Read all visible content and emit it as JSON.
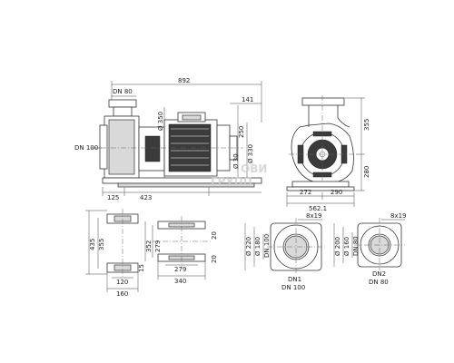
{
  "dimensions": {
    "overall_length": "892",
    "suction_dn": "DN 80",
    "discharge_dn": "DN 100",
    "motor_dia": "Ø 350",
    "motor_len": "141",
    "height_250": "250",
    "dia_330": "Ø 330",
    "dia_30": "Ø 30",
    "foot_125": "125",
    "foot_423": "423",
    "side_355": "355",
    "side_280": "280",
    "side_272": "272",
    "side_290": "290",
    "side_562": "562.1",
    "foot1_h435": "435",
    "foot1_h355": "355",
    "foot1_w120": "120",
    "foot1_w160": "160",
    "foot1_15": "15",
    "foot2_352": "352",
    "foot2_279v": "279",
    "foot2_20a": "20",
    "foot2_20b": "20",
    "foot2_279h": "279",
    "foot2_340": "340",
    "fl1_bolts": "8x19",
    "fl1_d220": "Ø 220",
    "fl1_d180": "Ø 180",
    "fl1_dn": "DN 100",
    "fl1_name": "DN1",
    "fl1_sub": "DN 100",
    "fl2_bolts": "8x19",
    "fl2_d200": "Ø 200",
    "fl2_d160": "Ø 160",
    "fl2_dn": "DN 80",
    "fl2_name": "DN2",
    "fl2_sub": "DN 80"
  },
  "watermark": {
    "line1": "ОВИ",
    "line2": "ГРУПП"
  }
}
